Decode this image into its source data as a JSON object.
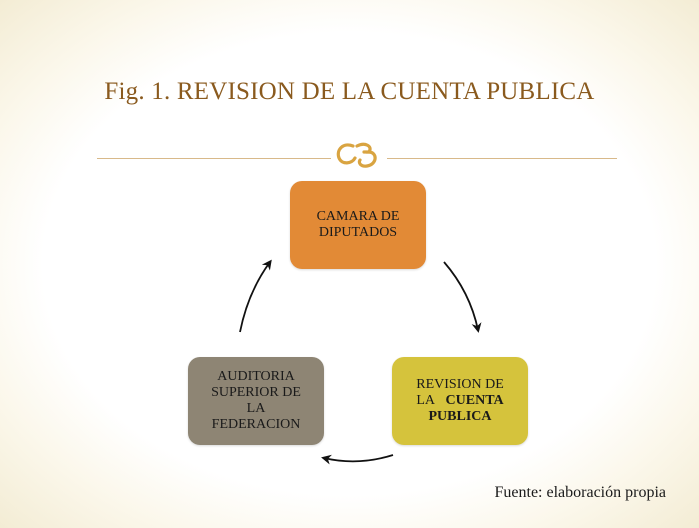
{
  "slide": {
    "title": "Fig. 1. REVISION DE LA CUENTA PUBLICA",
    "source": "Fuente: elaboración propia"
  },
  "nodes": {
    "camara": {
      "line1": "CAMARA DE",
      "line2": "DIPUTADOS",
      "color": "#e28a36"
    },
    "revision": {
      "line1": "REVISION DE",
      "line2_prefix": "LA",
      "line2_bold": "CUENTA",
      "line3_bold": "PUBLICA",
      "color": "#d5c33c"
    },
    "auditoria": {
      "line1": "AUDITORIA",
      "line2": "SUPERIOR DE",
      "line3": "LA",
      "line4": "FEDERACION",
      "color": "#8e8574"
    }
  },
  "colors": {
    "title": "#8a5a1e",
    "accent_line": "#d8b98a",
    "background": "#f3ecd4"
  },
  "icons": {
    "ornament": "flourish-ornament-icon"
  }
}
